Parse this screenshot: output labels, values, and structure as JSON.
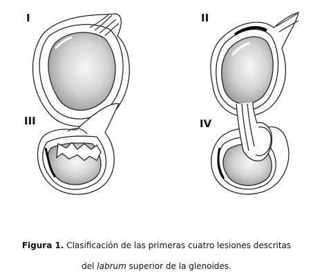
{
  "panels": [
    {
      "id": "I",
      "label": "I"
    },
    {
      "id": "II",
      "label": "II"
    },
    {
      "id": "III",
      "label": "III"
    },
    {
      "id": "IV",
      "label": "IV"
    }
  ],
  "caption": {
    "prefix": "Figura 1.",
    "line1_text": " Clasificación de las primeras cuatro lesiones descritas",
    "line2_before": "del ",
    "line2_italic": "labrum",
    "line2_after": " superior de la glenoides."
  }
}
